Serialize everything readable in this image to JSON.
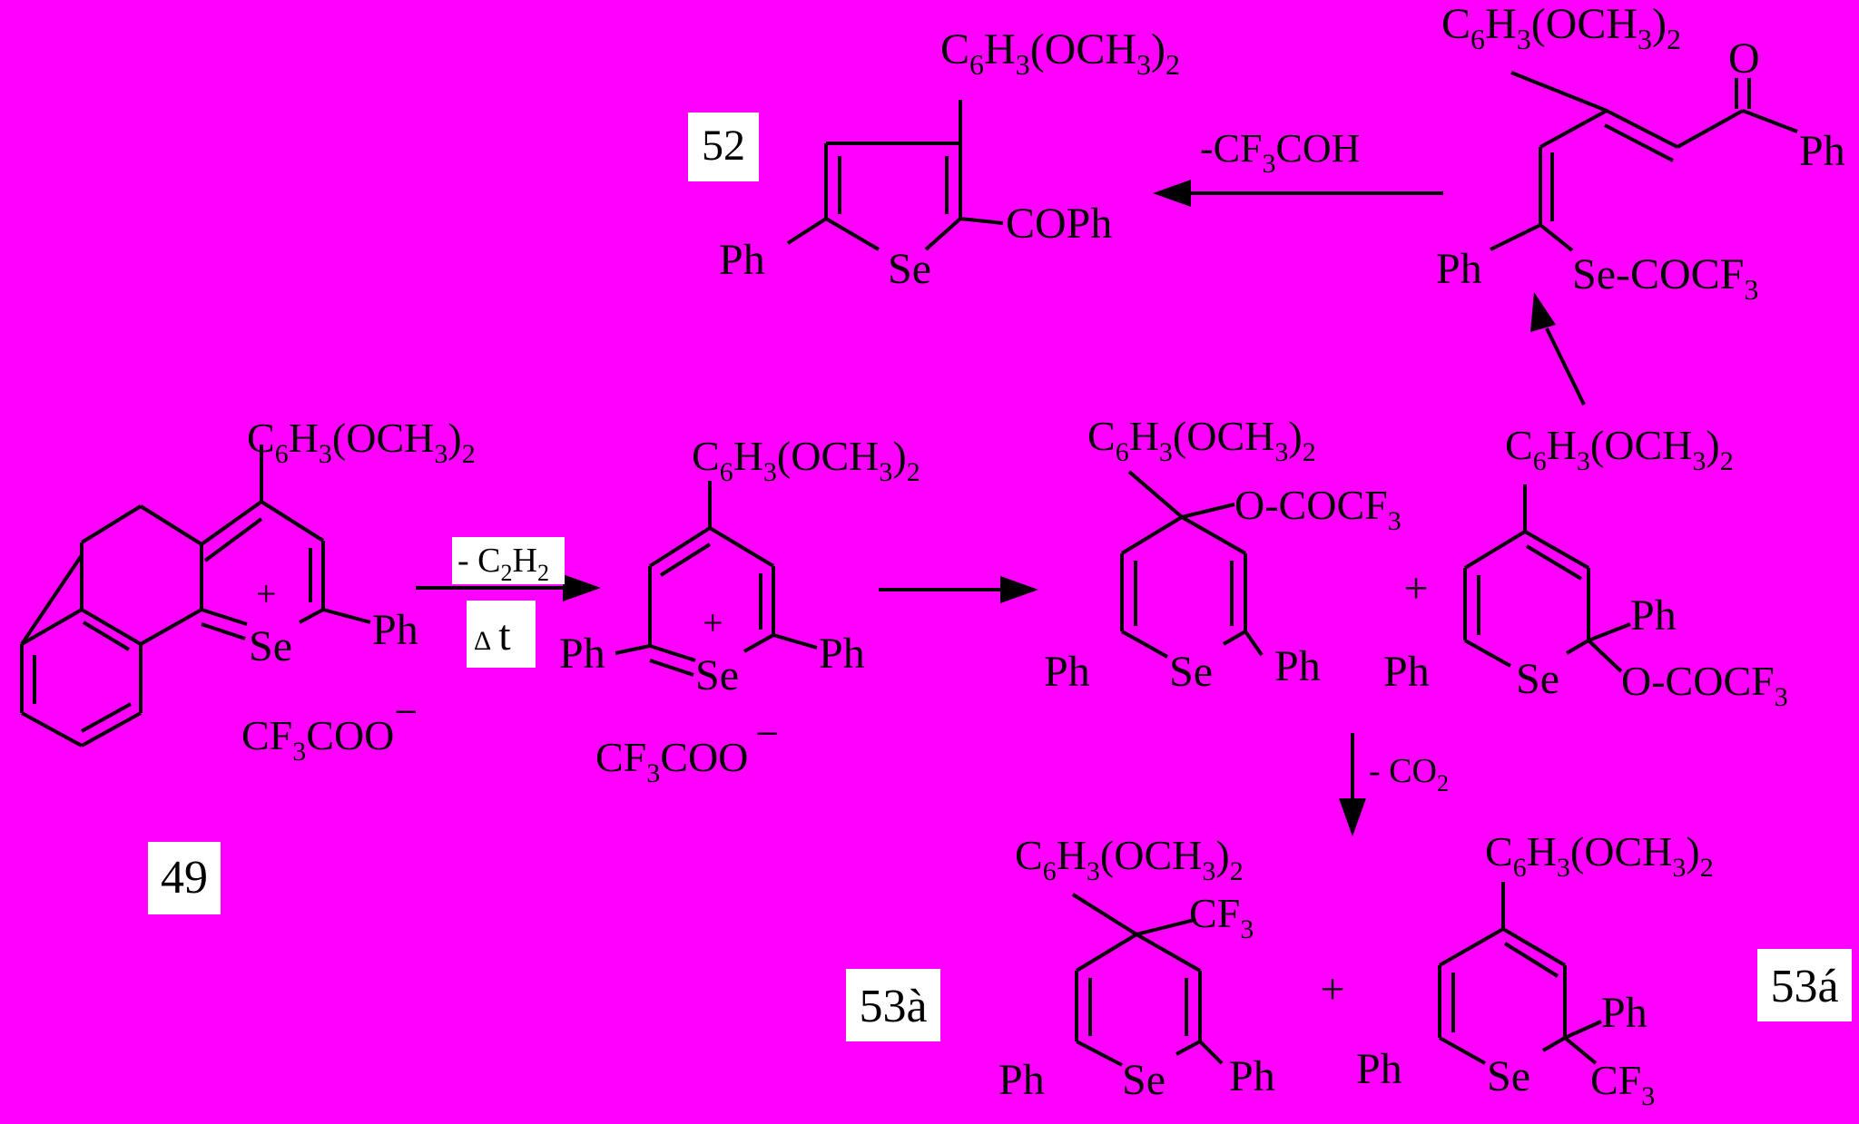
{
  "background_color": "#ff00ff",
  "line_color": "#000000",
  "label_box_color": "#ffffff",
  "compound_labels": {
    "c49": "49",
    "c52": "52",
    "c53a": "53à",
    "c53b": "53á"
  },
  "substituents": {
    "aryl_main": "C",
    "aryl_sub_6": "6",
    "aryl_H": "H",
    "aryl_sub_3": "3",
    "aryl_OCH": "(OCH",
    "aryl_close": ")",
    "aryl_sub_2": "2",
    "phenyl": "Ph",
    "selenium": "Se",
    "plus_charge": "+",
    "minus_charge": "−",
    "benzoyl": "COPh",
    "oxygen": "O",
    "trifluoroacetoxy": "O-COCF",
    "seleno_acyl": "Se-COCF",
    "trifluoromethyl": "CF",
    "anion": "CF",
    "anion_rest": "COO"
  },
  "reagents": {
    "elimination_c2h2": "- C",
    "heat_delta": "Δ",
    "heat_t": "t",
    "plus_sign": "+",
    "minus_co2": "- CO",
    "minus_cf3coh_prefix": "-CF",
    "minus_cf3coh_suffix": "COH"
  }
}
